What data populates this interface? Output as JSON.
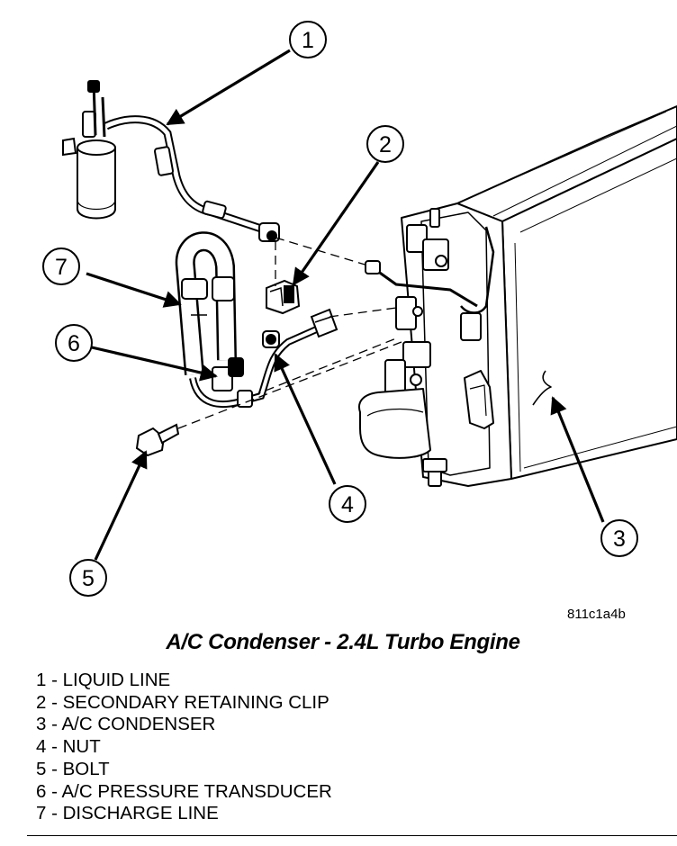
{
  "figure": {
    "code": "811c1a4b",
    "title": "A/C Condenser - 2.4L Turbo Engine"
  },
  "callouts": [
    "1",
    "2",
    "3",
    "4",
    "5",
    "6",
    "7"
  ],
  "legend": [
    "1 - LIQUID LINE",
    "2 - SECONDARY RETAINING CLIP",
    "3 - A/C CONDENSER",
    "4 - NUT",
    "5 - BOLT",
    "6 - A/C PRESSURE TRANSDUCER",
    "7 - DISCHARGE LINE"
  ]
}
